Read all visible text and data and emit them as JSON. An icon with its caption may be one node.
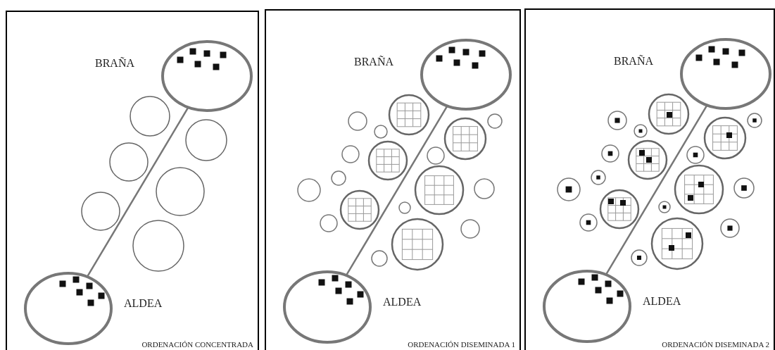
{
  "diagram": {
    "nodes": [
      {
        "text": [
          "ORDENACIÓN CONCENTRADA"
        ]
      },
      {
        "text": [
          "BRAÑA"
        ],
        "in": 0
      },
      {
        "text": [
          "ALDEA"
        ],
        "in": 0
      },
      {
        "text": [
          "ORDENACIÓN DISEMINADA 1"
        ]
      },
      {
        "text": [
          "BRAÑA"
        ],
        "in": 3
      },
      {
        "text": [
          "ALDEA"
        ],
        "in": 3
      },
      {
        "text": [
          "ORDENACIÓN DISEMINADA 2"
        ]
      },
      {
        "text": [
          "BRAÑA"
        ],
        "in": 6
      },
      {
        "text": [
          "ALDEA"
        ],
        "in": 6
      }
    ],
    "edges": [
      {
        "from": 1,
        "to": 2,
        "arrow": "none"
      },
      {
        "from": 4,
        "to": 5,
        "arrow": "none"
      },
      {
        "from": 7,
        "to": 8,
        "arrow": "none"
      }
    ]
  }
}
